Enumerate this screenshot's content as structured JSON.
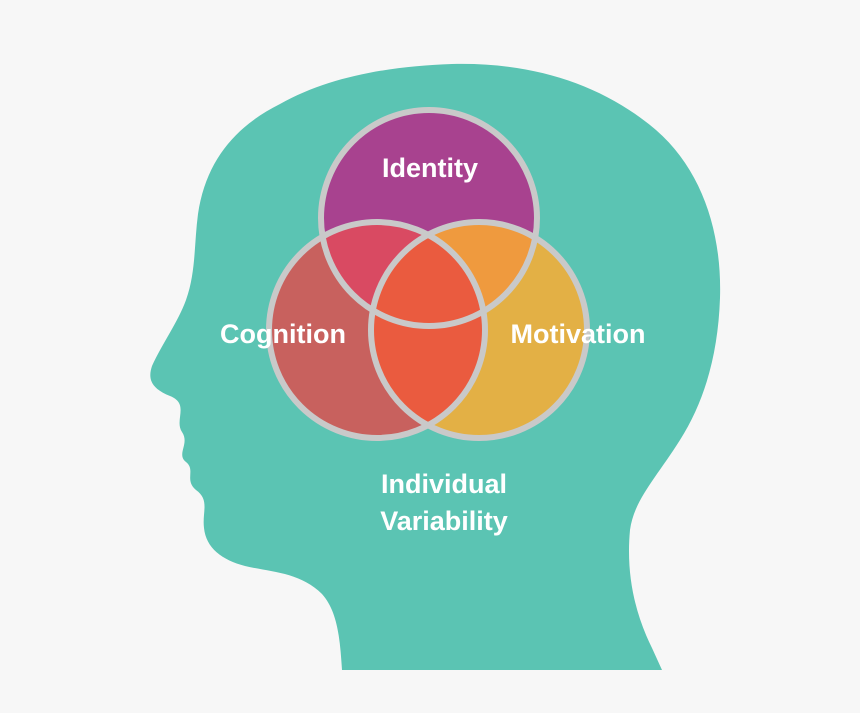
{
  "diagram": {
    "labels": {
      "identity": "Identity",
      "cognition": "Cognition",
      "motivation": "Motivation",
      "caption_line1": "Individual",
      "caption_line2": "Variability"
    },
    "colors": {
      "background": "#f7f7f7",
      "head": "#5bc4b3",
      "identity": "#a8428f",
      "cognition": "#c8615e",
      "motivation": "#e3b045",
      "identity_cognition_overlap": "#d94a62",
      "identity_motivation_overlap": "#ef9a3e",
      "cognition_motivation_overlap": "#ea5b3f",
      "circle_outline": "#c9c9c9",
      "text": "#ffffff"
    },
    "icons": {
      "head": "head-silhouette-icon"
    }
  }
}
